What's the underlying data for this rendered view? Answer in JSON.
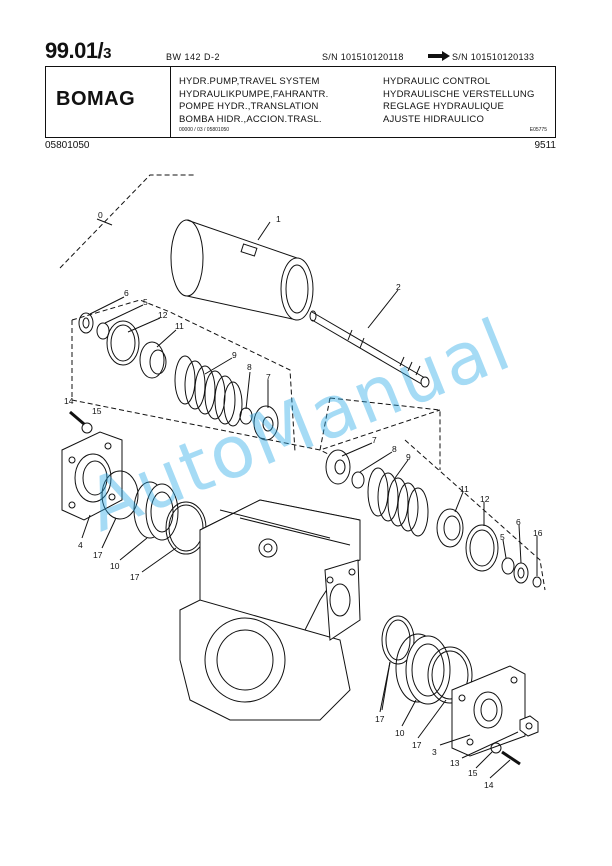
{
  "header": {
    "page_number": "99.01/",
    "page_sub": "3",
    "model": "BW 142 D-2",
    "sn_from": "S/N 101510120118",
    "sn_to": "S/N 101510120133",
    "logo": "BOMAG",
    "titles_left": [
      "HYDR.PUMP,TRAVEL SYSTEM",
      "HYDRAULIKPUMPE,FAHRANTR.",
      "POMPE HYDR.,TRANSLATION",
      "BOMBA HIDR.,ACCION.TRASL."
    ],
    "titles_right": [
      "HYDRAULIC CONTROL",
      "HYDRAULISCHE VERSTELLUNG",
      "REGLAGE HYDRAULIQUE",
      "AJUSTE HIDRAULICO"
    ],
    "ref_code": "00000 / 03 / 05801050",
    "figure_code": "E05775",
    "part_code": "05801050",
    "date_code": "9511"
  },
  "watermark": "AutoManual",
  "callouts": [
    "0",
    "1",
    "2",
    "6",
    "5",
    "12",
    "11",
    "9",
    "8",
    "7",
    "14",
    "15",
    "7",
    "8",
    "9",
    "11",
    "12",
    "5",
    "6",
    "16",
    "4",
    "17",
    "10",
    "17",
    "17",
    "10",
    "17",
    "3",
    "13",
    "15",
    "14"
  ]
}
